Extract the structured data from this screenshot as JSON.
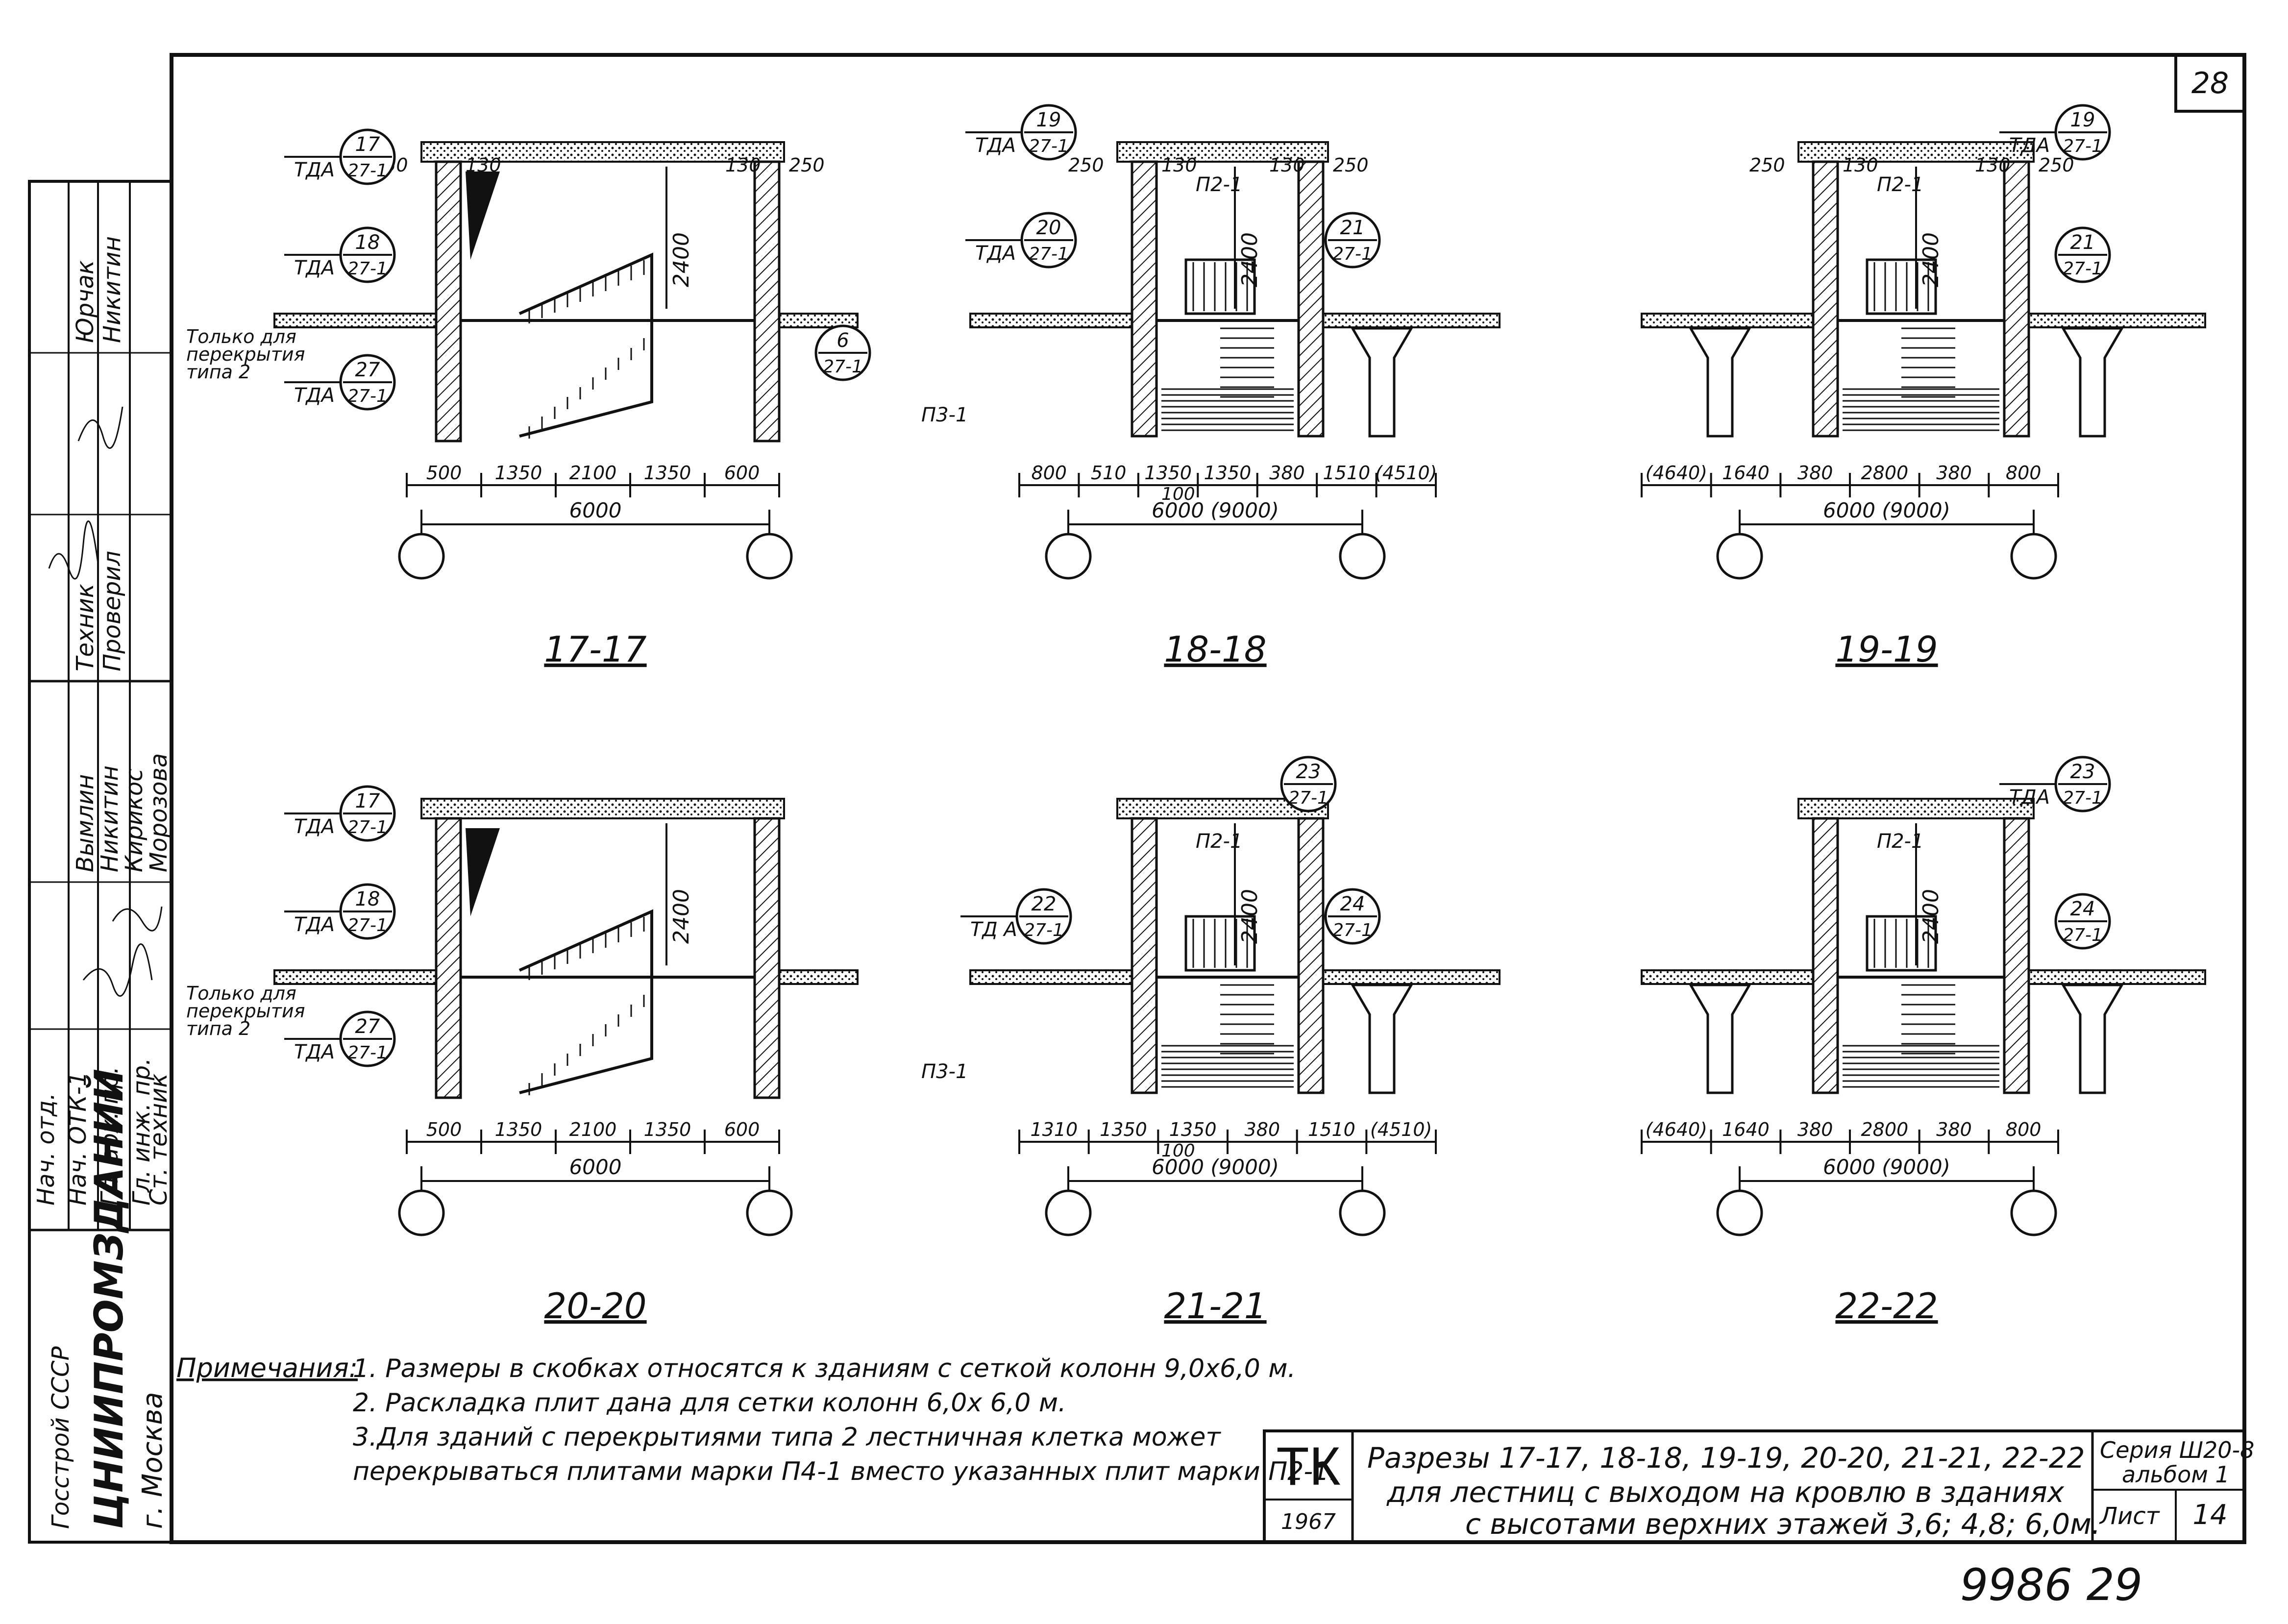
{
  "sheet": {
    "sheet_number": "28",
    "note_heading": "Примечания:",
    "notes": [
      "1. Размеры в скобках относятся к зданиям с сеткой колонн 9,0х6,0 м.",
      "2. Раскладка плит дана для сетки колонн 6,0х 6,0 м.",
      "3.Для зданий с перекрытиями типа 2 лестничная клетка может",
      "перекрываться плитами марки П4-1 вместо указанных плит марки П2-1."
    ],
    "title_lines": [
      "Разрезы 17-17, 18-18, 19-19, 20-20, 21-21, 22-22",
      "для лестниц с выходом на кровлю в зданиях",
      "с высотами верхних этажей 3,6; 4,8; 6,0м."
    ],
    "tk": "ТК",
    "year": "1967",
    "series_line1": "Серия Ш20-8",
    "series_line2": "альбом 1",
    "list_label": "Лист",
    "list_number": "14",
    "bottom_number": "9986 29"
  },
  "left_block": {
    "org1": "Госстрой СССР",
    "org2": "ЦНИИПРОМЗДАНИЙ",
    "org3": "г. Москва",
    "roles": [
      "Нач. отд.",
      "Нач. ОТК-1",
      "Гл. арх. пр.",
      "Гл. инж. пр.",
      "Ст. техник"
    ],
    "names": [
      "Вымлин",
      "Никитин",
      "Кирикос",
      "Морозова"
    ],
    "top_roles": [
      "Техник",
      "Проверил"
    ],
    "top_names": [
      "Юрчак",
      "Никитин"
    ]
  },
  "sections": [
    {
      "title": "17-17",
      "dims": [
        "500",
        "1350",
        "2100",
        "1350",
        "600"
      ],
      "total": "6000",
      "height": "2400",
      "side_dims": [
        "250",
        "130",
        "130",
        "250"
      ],
      "note_lines": [
        "Только для",
        "перекрытия",
        "типа 2"
      ],
      "bubbles": [
        {
          "top": "17",
          "bot": "27-1",
          "label": "ТДА"
        },
        {
          "top": "18",
          "bot": "27-1",
          "label": "ТДА"
        },
        {
          "top": "27",
          "bot": "27-1",
          "label": "ТДА"
        },
        {
          "top": "6",
          "bot": "27-1",
          "label": ""
        }
      ]
    },
    {
      "title": "18-18",
      "dims": [
        "800",
        "510",
        "1350",
        "1350",
        "380",
        "1510",
        "(4510)"
      ],
      "total": "6000 (9000)",
      "extra": "100",
      "height": "2400",
      "side_dims": [
        "250",
        "130",
        "130",
        "250"
      ],
      "labels": [
        "П2-1",
        "П3-1"
      ],
      "bubbles": [
        {
          "top": "19",
          "bot": "27-1",
          "label": "ТДА"
        },
        {
          "top": "20",
          "bot": "27-1",
          "label": "ТДА"
        },
        {
          "top": "21",
          "bot": "27-1",
          "label": ""
        }
      ]
    },
    {
      "title": "19-19",
      "dims": [
        "(4640)",
        "1640",
        "380",
        "2800",
        "380",
        "800"
      ],
      "total": "6000 (9000)",
      "height": "2400",
      "side_dims": [
        "250",
        "130",
        "130",
        "250"
      ],
      "labels": [
        "П2-1"
      ],
      "bubbles": [
        {
          "top": "19",
          "bot": "27-1",
          "label": "ТДА"
        },
        {
          "top": "21",
          "bot": "27-1",
          "label": ""
        }
      ]
    },
    {
      "title": "20-20",
      "dims": [
        "500",
        "1350",
        "2100",
        "1350",
        "600"
      ],
      "total": "6000",
      "height": "2400",
      "note_lines": [
        "Только для",
        "перекрытия",
        "типа 2"
      ],
      "bubbles": [
        {
          "top": "17",
          "bot": "27-1",
          "label": "ТДА"
        },
        {
          "top": "18",
          "bot": "27-1",
          "label": "ТДА"
        },
        {
          "top": "27",
          "bot": "27-1",
          "label": "ТДА"
        }
      ]
    },
    {
      "title": "21-21",
      "dims": [
        "1310",
        "1350",
        "1350",
        "380",
        "1510",
        "(4510)"
      ],
      "total": "6000 (9000)",
      "extra": "100",
      "height": "2400",
      "labels": [
        "П2-1",
        "П3-1"
      ],
      "bubbles": [
        {
          "top": "23",
          "bot": "27-1",
          "label": ""
        },
        {
          "top": "22",
          "bot": "27-1",
          "label": "ТД А"
        },
        {
          "top": "24",
          "bot": "27-1",
          "label": ""
        }
      ]
    },
    {
      "title": "22-22",
      "dims": [
        "(4640)",
        "1640",
        "380",
        "2800",
        "380",
        "800"
      ],
      "total": "6000 (9000)",
      "height": "2400",
      "labels": [
        "П2-1"
      ],
      "bubbles": [
        {
          "top": "23",
          "bot": "27-1",
          "label": "ТДА"
        },
        {
          "top": "24",
          "bot": "27-1",
          "label": ""
        }
      ]
    }
  ]
}
